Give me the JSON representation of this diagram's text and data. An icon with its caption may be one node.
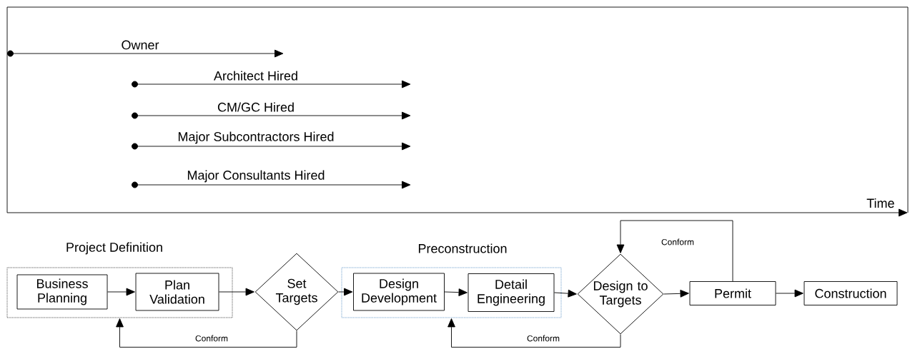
{
  "diagram": {
    "nodes": [
      {
        "text": [
          "Project Definition"
        ]
      },
      {
        "text": [
          "Business Planning"
        ],
        "in": 0
      },
      {
        "text": [
          "Plan Validation"
        ],
        "in": 0
      },
      {
        "text": [
          "Set Targets"
        ]
      },
      {
        "text": [
          "Preconstruction"
        ]
      },
      {
        "text": [
          "Design Development"
        ],
        "in": 4
      },
      {
        "text": [
          "Detail Engineering"
        ],
        "in": 4
      },
      {
        "text": [
          "Design to Targets"
        ]
      },
      {
        "text": [
          "Permit"
        ]
      },
      {
        "text": [
          "Construction"
        ]
      }
    ],
    "edges": [
      {
        "from": 1,
        "to": 2,
        "arrow": "to"
      },
      {
        "from": 2,
        "to": 3,
        "arrow": "to"
      },
      {
        "from": 3,
        "to": 5,
        "arrow": "to"
      },
      {
        "from": 5,
        "to": 6,
        "arrow": "to"
      },
      {
        "from": 6,
        "to": 7,
        "arrow": "to"
      },
      {
        "from": 7,
        "to": 8,
        "arrow": "to"
      },
      {
        "from": 8,
        "to": 9,
        "arrow": "to"
      },
      {
        "from": 8,
        "to": 7,
        "arrow": "to",
        "label": "Conform"
      },
      {
        "from": 3,
        "to": 0,
        "arrow": "to",
        "label": "Conform"
      },
      {
        "from": 7,
        "to": 4,
        "arrow": "to",
        "label": "Conform"
      }
    ],
    "labels": [
      "Owner",
      "Architect Hired",
      "CM/GC Hired",
      "Major Subcontractors Hired",
      "Major Consultants Hired",
      "Time"
    ]
  }
}
